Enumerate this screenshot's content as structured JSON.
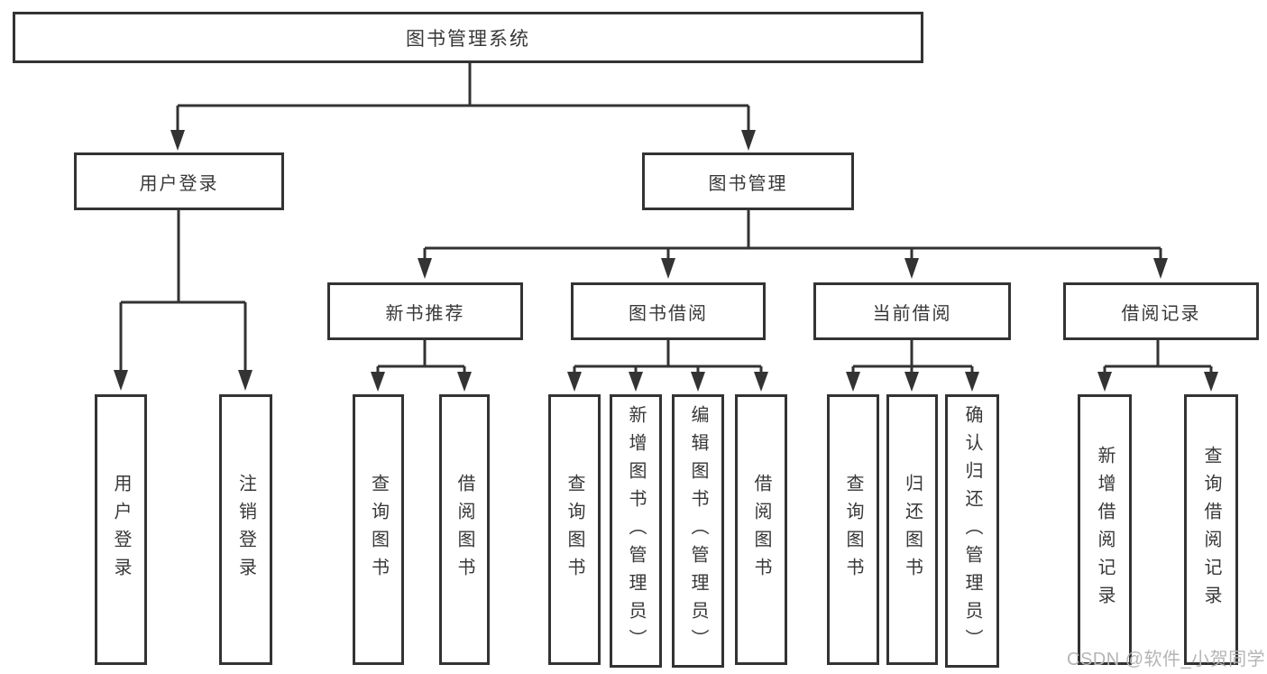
{
  "tree": {
    "root": {
      "label": "图书管理系统"
    },
    "branches": [
      {
        "label": "用户登录",
        "leaves": [
          {
            "label": "用户登录"
          },
          {
            "label": "注销登录"
          }
        ]
      },
      {
        "label": "图书管理",
        "sections": [
          {
            "label": "新书推荐",
            "leaves": [
              {
                "label": "查询图书"
              },
              {
                "label": "借阅图书"
              }
            ]
          },
          {
            "label": "图书借阅",
            "leaves": [
              {
                "label": "查询图书"
              },
              {
                "label": "新增图书（管理员）"
              },
              {
                "label": "编辑图书（管理员）"
              },
              {
                "label": "借阅图书"
              }
            ]
          },
          {
            "label": "当前借阅",
            "leaves": [
              {
                "label": "查询图书"
              },
              {
                "label": "归还图书"
              },
              {
                "label": "确认归还（管理员）"
              }
            ]
          },
          {
            "label": "借阅记录",
            "leaves": [
              {
                "label": "新增借阅记录"
              },
              {
                "label": "查询借阅记录"
              }
            ]
          }
        ]
      }
    ]
  },
  "watermark": {
    "text": "CSDN @软件_小贺同学",
    "color": "#b5b5b5"
  },
  "colors": {
    "line": "#333333",
    "box_border": "#333333",
    "text": "#383838",
    "background": "#ffffff"
  }
}
